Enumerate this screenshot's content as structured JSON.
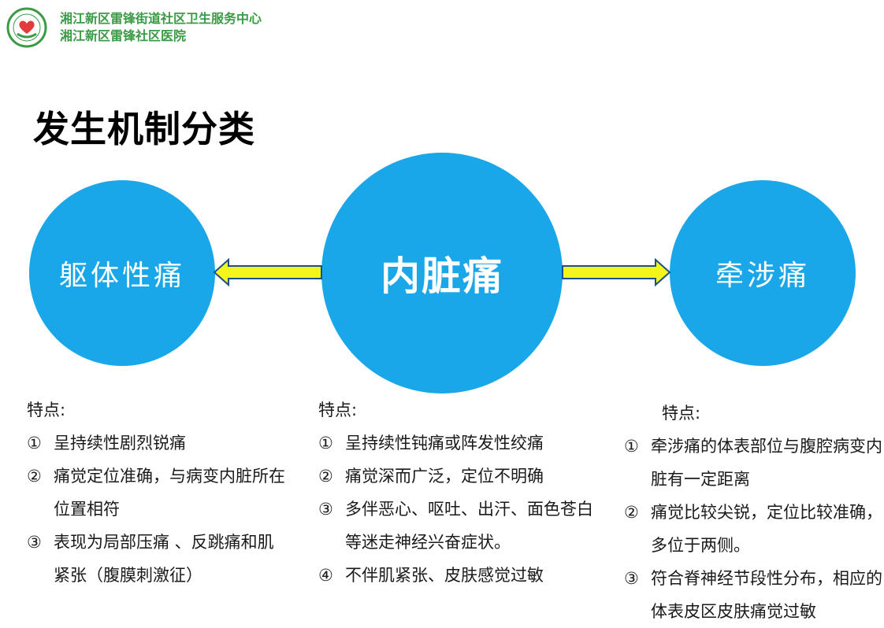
{
  "header": {
    "org_line1": "湘江新区雷锋街道社区卫生服务中心",
    "org_line2": "湘江新区雷锋社区医院",
    "logo_icon": "community-health-logo-icon"
  },
  "title": "发生机制分类",
  "colors": {
    "circle": "#1aa7ea",
    "arrow_fill": "#f4f51a",
    "arrow_stroke": "#1f4e8c",
    "org_text": "#3a9a45"
  },
  "circles": {
    "left": "躯体性痛",
    "center": "内脏痛",
    "right": "牵涉痛"
  },
  "columns": {
    "left": {
      "heading": "特点:",
      "items": [
        {
          "num": "①",
          "text": "呈持续性剧烈锐痛"
        },
        {
          "num": "②",
          "text": "痛觉定位准确，与病变内脏所在位置相符"
        },
        {
          "num": "③",
          "text": "表现为局部压痛 、反跳痛和肌紧张（腹膜刺激征）"
        }
      ]
    },
    "mid": {
      "heading": "特点:",
      "items": [
        {
          "num": "①",
          "text": "呈持续性钝痛或阵发性绞痛"
        },
        {
          "num": "②",
          "text": "痛觉深而广泛，定位不明确"
        },
        {
          "num": "③",
          "text": "多伴恶心、呕吐、出汗、面色苍白等迷走神经兴奋症状。"
        },
        {
          "num": "④",
          "text": "不伴肌紧张、皮肤感觉过敏"
        }
      ]
    },
    "right": {
      "heading": "特点:",
      "items": [
        {
          "num": "①",
          "text": "牵涉痛的体表部位与腹腔病变内脏有一定距离"
        },
        {
          "num": "②",
          "text": "痛觉比较尖锐，定位比较准确，多位于两侧。"
        },
        {
          "num": "③",
          "text": "符合脊神经节段性分布，相应的体表皮区皮肤痛觉过敏"
        }
      ]
    }
  }
}
